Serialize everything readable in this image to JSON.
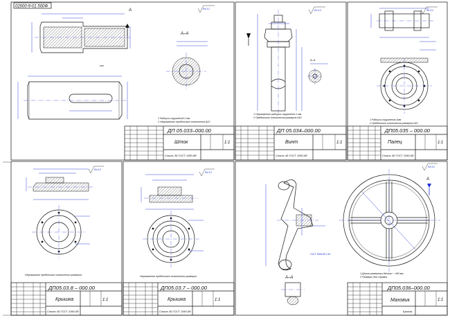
{
  "stamp": "02000-9-01 500Ф",
  "section_label_left": "А–А",
  "section_label_mid": "А–А",
  "arrow_letter": "А",
  "roughness": "Ra 3,2",
  "sheets": [
    {
      "code": "ДП 05.033–000.00",
      "title": "Шток",
      "material": "Сталь 35 ГОСТ 1050-88",
      "sheet": "1:1",
      "notes": [
        "1 Радиусы скруглений 2 мм",
        "2 Неуказанные предельные отклонения Ш/2"
      ]
    },
    {
      "code": "ДП 05.034–000.00",
      "title": "Винт",
      "material": "Сталь 45 ГОСТ 1050-88",
      "sheet": "1:1",
      "notes": [
        "1 Неуказанные радиусы скруглений 2 мм",
        "2 Предельные отклонения размеров Ш/2"
      ]
    },
    {
      "code": "ДП05.035 – 000.00",
      "title": "Палец",
      "material": "Сталь 45 ГОСТ 1050-88",
      "sheet": "1:1",
      "notes": [
        "1 Радиусы скругления 2мм",
        "2 Предельные отклонения размеров Ш/2"
      ]
    },
    {
      "code": "ДП05.03.8 – 000.00",
      "title": "Крышка",
      "material": "Сталь 45 ГОСТ 1050-88",
      "sheet": "1:1",
      "notes": [
        "Неуказанные предельные отклонения размеров"
      ]
    },
    {
      "code": "ДП05.03.7 – 000.00",
      "title": "Крышка",
      "material": "Сталь 45 ГОСТ 1050-88",
      "sheet": "1:1",
      "notes": [
        "Неуказанные предельные отклонения размеров"
      ]
    },
    {
      "code": "ДП05.036–000.00",
      "title": "Маховик",
      "material": "Бронза",
      "sheet": "1:1",
      "notes": [
        "1 Длина развертки детали ~ 440 мм",
        "2 Размеры для справок"
      ]
    }
  ],
  "flywheel_standard": "ГОСТ 5264-80 С15"
}
